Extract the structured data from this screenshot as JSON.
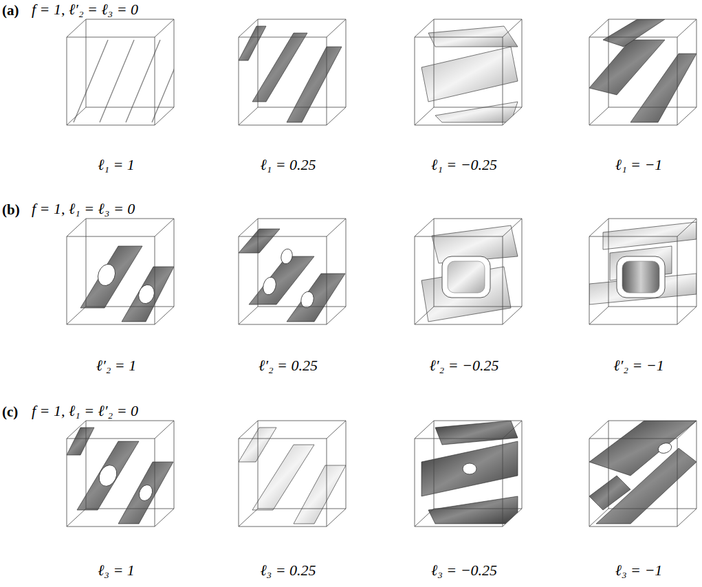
{
  "diagram": {
    "labels": [
      "(a)",
      "f = 1, ℓ′₂ = ℓ₃ = 0",
      "ℓ₁ = 1",
      "ℓ₁ = 0.25",
      "ℓ₁ = −0.25",
      "ℓ₁ = −1",
      "(b)",
      "f = 1, ℓ₁ = ℓ₃ = 0",
      "ℓ′₂ = 1",
      "ℓ′₂ = 0.25",
      "ℓ′₂ = −0.25",
      "ℓ′₂ = −1",
      "(c)",
      "f = 1, ℓ₁ = ℓ′₂ = 0",
      "ℓ₃ = 1",
      "ℓ₃ = 0.25",
      "ℓ₃ = −0.25",
      "ℓ₃ = −1"
    ]
  }
}
